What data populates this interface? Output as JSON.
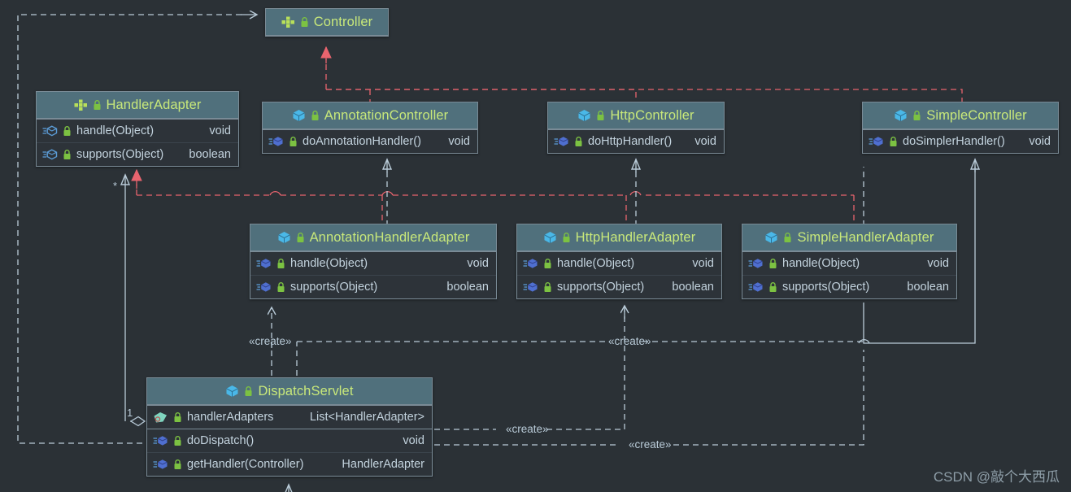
{
  "diagram": {
    "type": "uml-class-diagram",
    "theme": "dark",
    "colors": {
      "background": "#2b3136",
      "node_header": "#50707c",
      "node_body": "#2d3339",
      "node_border": "#7a8b96",
      "title_text": "#c8e87a",
      "member_text": "#c3d3de",
      "edge_default": "#b9cbd8",
      "edge_realization": "#e8646e",
      "interface_icon": "#b8e05a",
      "class_icon": "#4ab8e8",
      "field_icon": "#6fc9b5",
      "lock_icon": "#7cc242"
    },
    "watermark": "CSDN @敲个大西瓜"
  },
  "nodes": [
    {
      "id": "controller",
      "name": "Controller",
      "kind": "interface",
      "icon": "interface-icon",
      "lock": "lock-icon",
      "members": []
    },
    {
      "id": "handler-adapter",
      "name": "HandlerAdapter",
      "kind": "interface",
      "icon": "interface-icon",
      "lock": "lock-icon",
      "members": [
        {
          "icon": "abstract-method-icon",
          "lock": "lock-icon",
          "name": "handle(Object)",
          "type": "void"
        },
        {
          "icon": "abstract-method-icon",
          "lock": "lock-icon",
          "name": "supports(Object)",
          "type": "boolean"
        }
      ]
    },
    {
      "id": "annotation-controller",
      "name": "AnnotationController",
      "kind": "class",
      "icon": "class-icon",
      "lock": "lock-icon",
      "members": [
        {
          "icon": "method-icon",
          "lock": "lock-icon",
          "name": "doAnnotationHandler()",
          "type": "void"
        }
      ]
    },
    {
      "id": "http-controller",
      "name": "HttpController",
      "kind": "class",
      "icon": "class-icon",
      "lock": "lock-icon",
      "members": [
        {
          "icon": "method-icon",
          "lock": "lock-icon",
          "name": "doHttpHandler()",
          "type": "void"
        }
      ]
    },
    {
      "id": "simple-controller",
      "name": "SimpleController",
      "kind": "class",
      "icon": "class-icon",
      "lock": "lock-icon",
      "members": [
        {
          "icon": "method-icon",
          "lock": "lock-icon",
          "name": "doSimplerHandler()",
          "type": "void"
        }
      ]
    },
    {
      "id": "annotation-handler-adapter",
      "name": "AnnotationHandlerAdapter",
      "kind": "class",
      "icon": "class-icon",
      "lock": "lock-icon",
      "members": [
        {
          "icon": "method-icon",
          "lock": "lock-icon",
          "name": "handle(Object)",
          "type": "void"
        },
        {
          "icon": "method-icon",
          "lock": "lock-icon",
          "name": "supports(Object)",
          "type": "boolean"
        }
      ]
    },
    {
      "id": "http-handler-adapter",
      "name": "HttpHandlerAdapter",
      "kind": "class",
      "icon": "class-icon",
      "lock": "lock-icon",
      "members": [
        {
          "icon": "method-icon",
          "lock": "lock-icon",
          "name": "handle(Object)",
          "type": "void"
        },
        {
          "icon": "method-icon",
          "lock": "lock-icon",
          "name": "supports(Object)",
          "type": "boolean"
        }
      ]
    },
    {
      "id": "simple-handler-adapter",
      "name": "SimpleHandlerAdapter",
      "kind": "class",
      "icon": "class-icon",
      "lock": "lock-icon",
      "members": [
        {
          "icon": "method-icon",
          "lock": "lock-icon",
          "name": "handle(Object)",
          "type": "void"
        },
        {
          "icon": "method-icon",
          "lock": "lock-icon",
          "name": "supports(Object)",
          "type": "boolean"
        }
      ]
    },
    {
      "id": "dispatch-servlet",
      "name": "DispatchServlet",
      "kind": "class",
      "icon": "class-icon",
      "lock": "lock-icon",
      "members": [
        {
          "icon": "field-icon",
          "lock": "lock-icon",
          "name": "handlerAdapters",
          "type": "List<HandlerAdapter>"
        },
        {
          "icon": "method-icon",
          "lock": "lock-icon",
          "name": "doDispatch()",
          "type": "void"
        },
        {
          "icon": "method-icon",
          "lock": "lock-icon",
          "name": "getHandler(Controller)",
          "type": "HandlerAdapter"
        }
      ]
    }
  ],
  "edge_labels": [
    {
      "id": "create-1",
      "text": "«create»"
    },
    {
      "id": "create-2",
      "text": "«create»"
    },
    {
      "id": "create-3",
      "text": "«create»"
    },
    {
      "id": "create-4",
      "text": "«create»"
    }
  ],
  "multiplicities": [
    {
      "id": "mult-star",
      "text": "*"
    },
    {
      "id": "mult-one",
      "text": "1"
    }
  ]
}
